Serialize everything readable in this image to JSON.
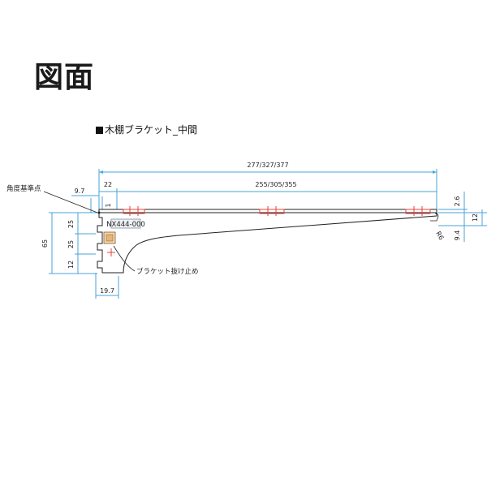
{
  "page": {
    "title": "図面",
    "subtitle": "木棚ブラケット_中間"
  },
  "dimensions": {
    "overall_length": "277/327/377",
    "inner_length": "255/305/355",
    "offset_left": "22",
    "offset_small": "9.7",
    "offset_one": "1",
    "thickness_top": "2.6",
    "height_right": "12",
    "tip_height": "9.4",
    "tip_radius": "R6",
    "slot_pitch_1": "25",
    "slot_pitch_2": "25",
    "slot_bottom": "12",
    "overall_height": "65",
    "base_width": "19.7"
  },
  "labels": {
    "angle_reference": "角度基準点",
    "part_number": "NX444-000",
    "stopper": "ブラケット抜け止め"
  }
}
